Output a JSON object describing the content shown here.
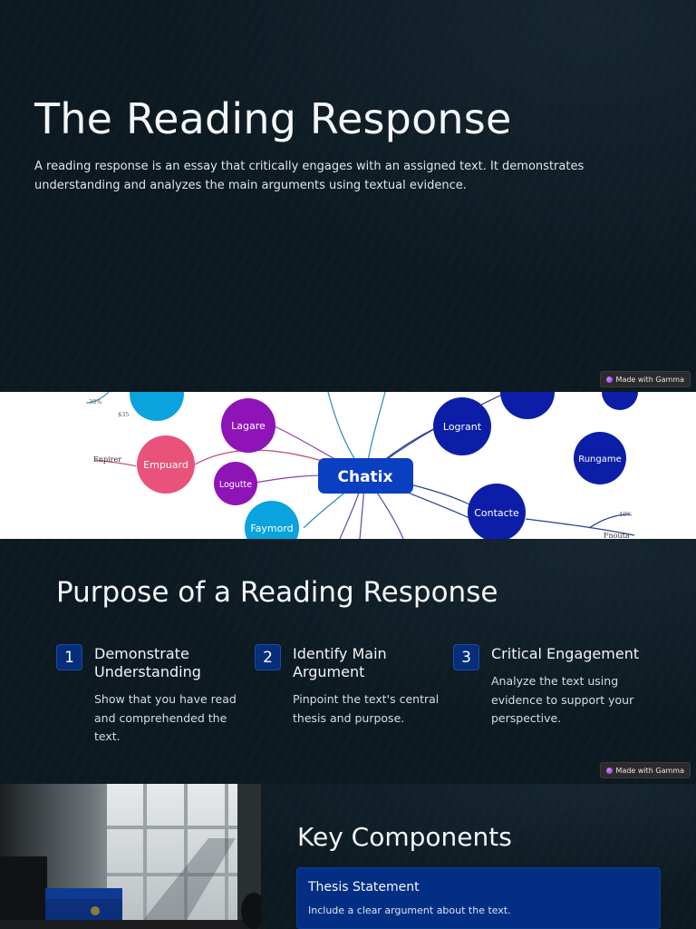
{
  "hero": {
    "title": "The Reading Response",
    "body": "A reading response is an essay that critically engages with an assigned text. It demonstrates understanding and analyzes the main arguments using textual evidence."
  },
  "badge": {
    "label": "Made with Gamma"
  },
  "mindmap": {
    "center": "Chatix",
    "nodes": [
      "Lagare",
      "Empuard",
      "Logutte",
      "Faymord",
      "Logrant",
      "Rungame",
      "Contacte"
    ],
    "small_labels": [
      "Enpirer",
      "$35",
      "30%",
      "Fnouta",
      "40%"
    ]
  },
  "purpose": {
    "title": "Purpose of a Reading Response",
    "items": [
      {
        "num": "1",
        "title": "Demonstrate Understanding",
        "body": "Show that you have read and comprehended the text."
      },
      {
        "num": "2",
        "title": "Identify Main Argument",
        "body": "Pinpoint the text's central thesis and purpose."
      },
      {
        "num": "3",
        "title": "Critical Engagement",
        "body": "Analyze the text using evidence to support your perspective."
      }
    ]
  },
  "key_components": {
    "title": "Key Components",
    "cards": [
      {
        "title": "Thesis Statement",
        "body": "Include a clear argument about the text."
      }
    ]
  },
  "colors": {
    "background": "#0c1921",
    "accent_blue": "#062e7b",
    "card_blue": "#022f83",
    "node_purple": "#8e14b8",
    "node_pink": "#e9527a",
    "node_cyan": "#0aa3dd",
    "node_navy": "#0c1ea7"
  }
}
